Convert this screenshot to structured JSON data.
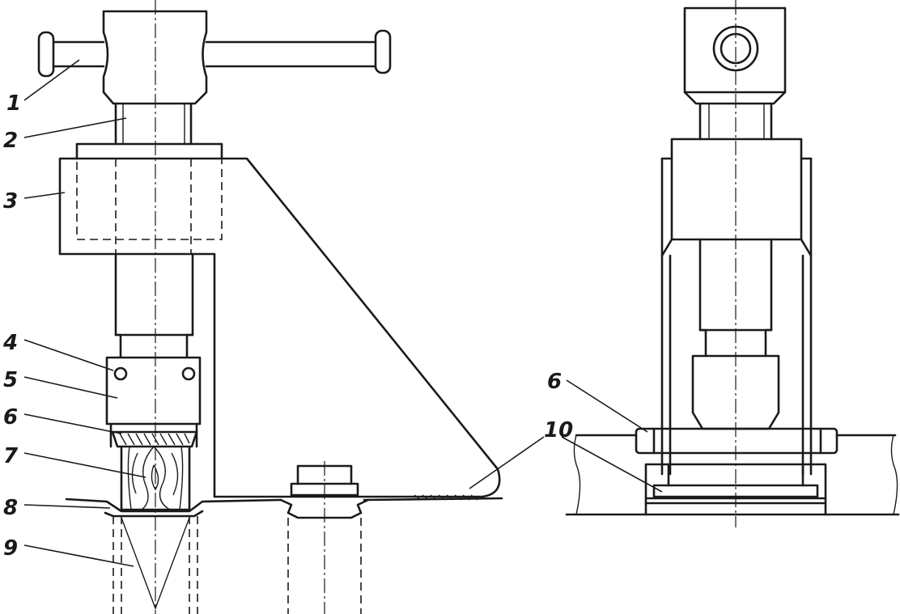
{
  "labels": {
    "l1": "1",
    "l2": "2",
    "l3": "3",
    "l4": "4",
    "l5": "5",
    "l6": "6",
    "l7": "7",
    "l8": "8",
    "l9": "9",
    "l6b": "6",
    "l10": "10"
  }
}
